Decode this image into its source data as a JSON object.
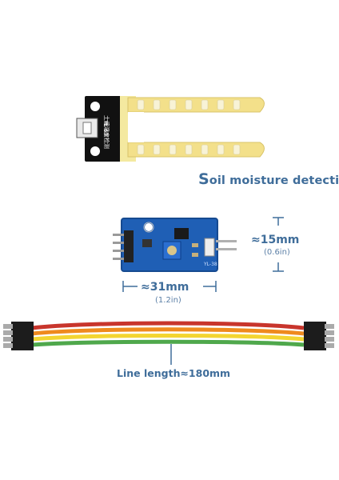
{
  "probe": {
    "silk_model": "YL-69",
    "silk_text": "土壤湿度检测"
  },
  "title": {
    "first_letter": "S",
    "rest": "oil moisture detection"
  },
  "module": {
    "silk_label": "YL-38"
  },
  "dimensions": {
    "height_mm": "≈15mm",
    "height_in": "(0.6in)",
    "width_mm": "≈31mm",
    "width_in": "(1.2in)"
  },
  "cable": {
    "label": "Line length≈180mm",
    "wire_colors": [
      "#c8352c",
      "#ef8a1e",
      "#f3d531",
      "#4fa84c"
    ]
  }
}
